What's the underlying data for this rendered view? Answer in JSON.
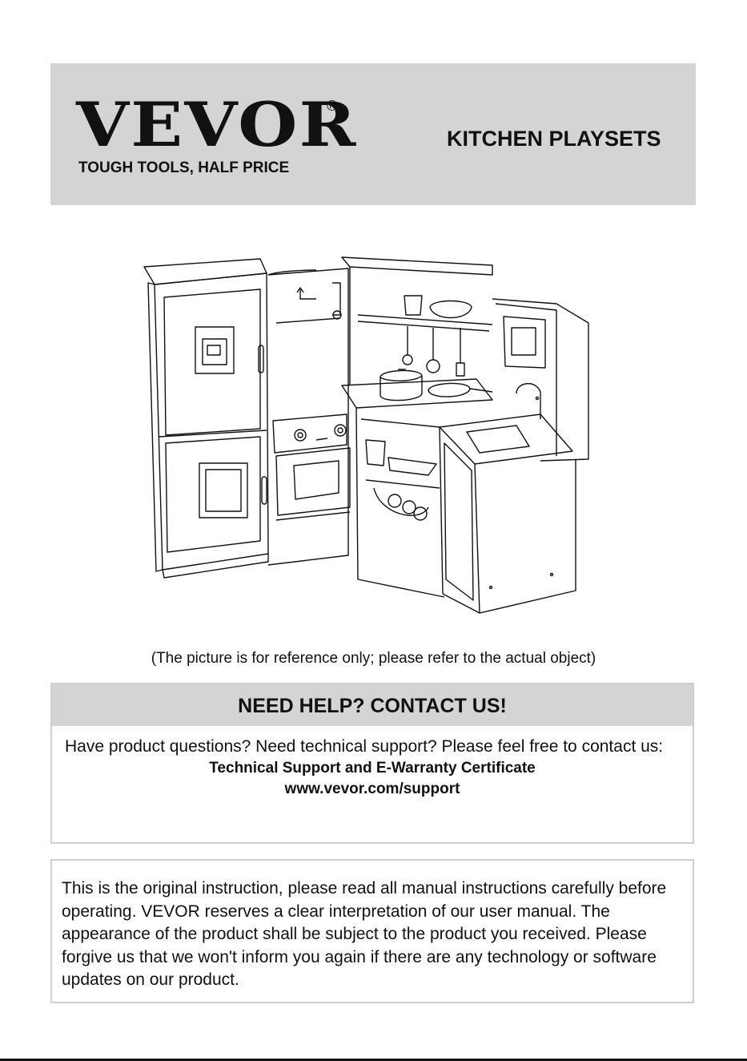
{
  "header": {
    "brand": "VEVOR",
    "registered_mark": "®",
    "tagline": "TOUGH TOOLS, HALF PRICE",
    "product_title": "KITCHEN PLAYSETS"
  },
  "caption": "(The picture is for reference only; please refer to the actual object)",
  "help": {
    "heading": "NEED HELP? CONTACT US!",
    "text": "Have product questions? Need technical support? Please feel free to contact us:",
    "support_title": "Technical Support and E-Warranty Certificate",
    "support_url": "www.vevor.com/support"
  },
  "notice": {
    "text": "This is the original instruction, please read all manual instructions carefully before operating. VEVOR reserves a clear interpretation of our user manual. The appearance of the product shall be subject to the product you received. Please forgive us that we won't inform you again if there are any technology or software updates on our product."
  }
}
